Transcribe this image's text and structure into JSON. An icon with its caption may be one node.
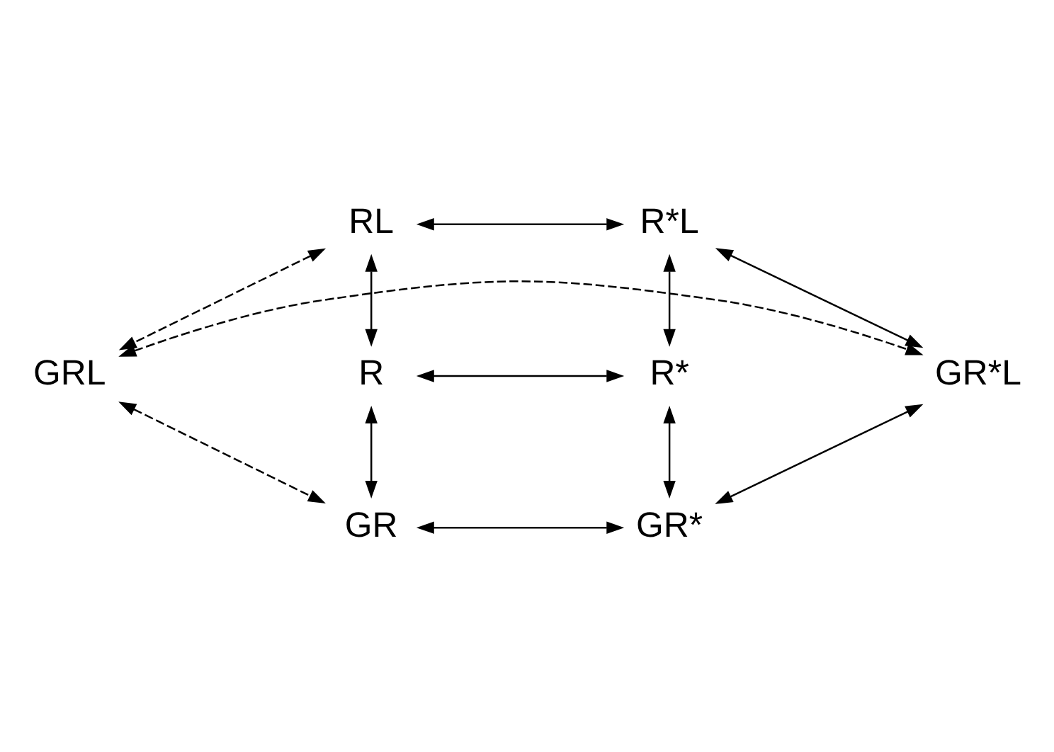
{
  "diagram": {
    "nodes": [
      {
        "text": [
          "RL"
        ]
      },
      {
        "text": [
          "R*L"
        ]
      },
      {
        "text": [
          "R"
        ]
      },
      {
        "text": [
          "R*"
        ]
      },
      {
        "text": [
          "GRL"
        ]
      },
      {
        "text": [
          "GR*L"
        ]
      },
      {
        "text": [
          "GR"
        ]
      },
      {
        "text": [
          "GR*"
        ]
      }
    ],
    "edges": [
      {
        "from": 0,
        "to": 1,
        "arrow": "both"
      },
      {
        "from": 0,
        "to": 2,
        "arrow": "both"
      },
      {
        "from": 0,
        "to": 4,
        "arrow": "both",
        "style": "dashed"
      },
      {
        "from": 1,
        "to": 3,
        "arrow": "both"
      },
      {
        "from": 1,
        "to": 5,
        "arrow": "both"
      },
      {
        "from": 2,
        "to": 3,
        "arrow": "both"
      },
      {
        "from": 2,
        "to": 6,
        "arrow": "both"
      },
      {
        "from": 3,
        "to": 7,
        "arrow": "both"
      },
      {
        "from": 4,
        "to": 5,
        "arrow": "both",
        "style": "dashed"
      },
      {
        "from": 4,
        "to": 6,
        "arrow": "both",
        "style": "dashed"
      },
      {
        "from": 5,
        "to": 7,
        "arrow": "both"
      },
      {
        "from": 6,
        "to": 7,
        "arrow": "both"
      }
    ]
  }
}
